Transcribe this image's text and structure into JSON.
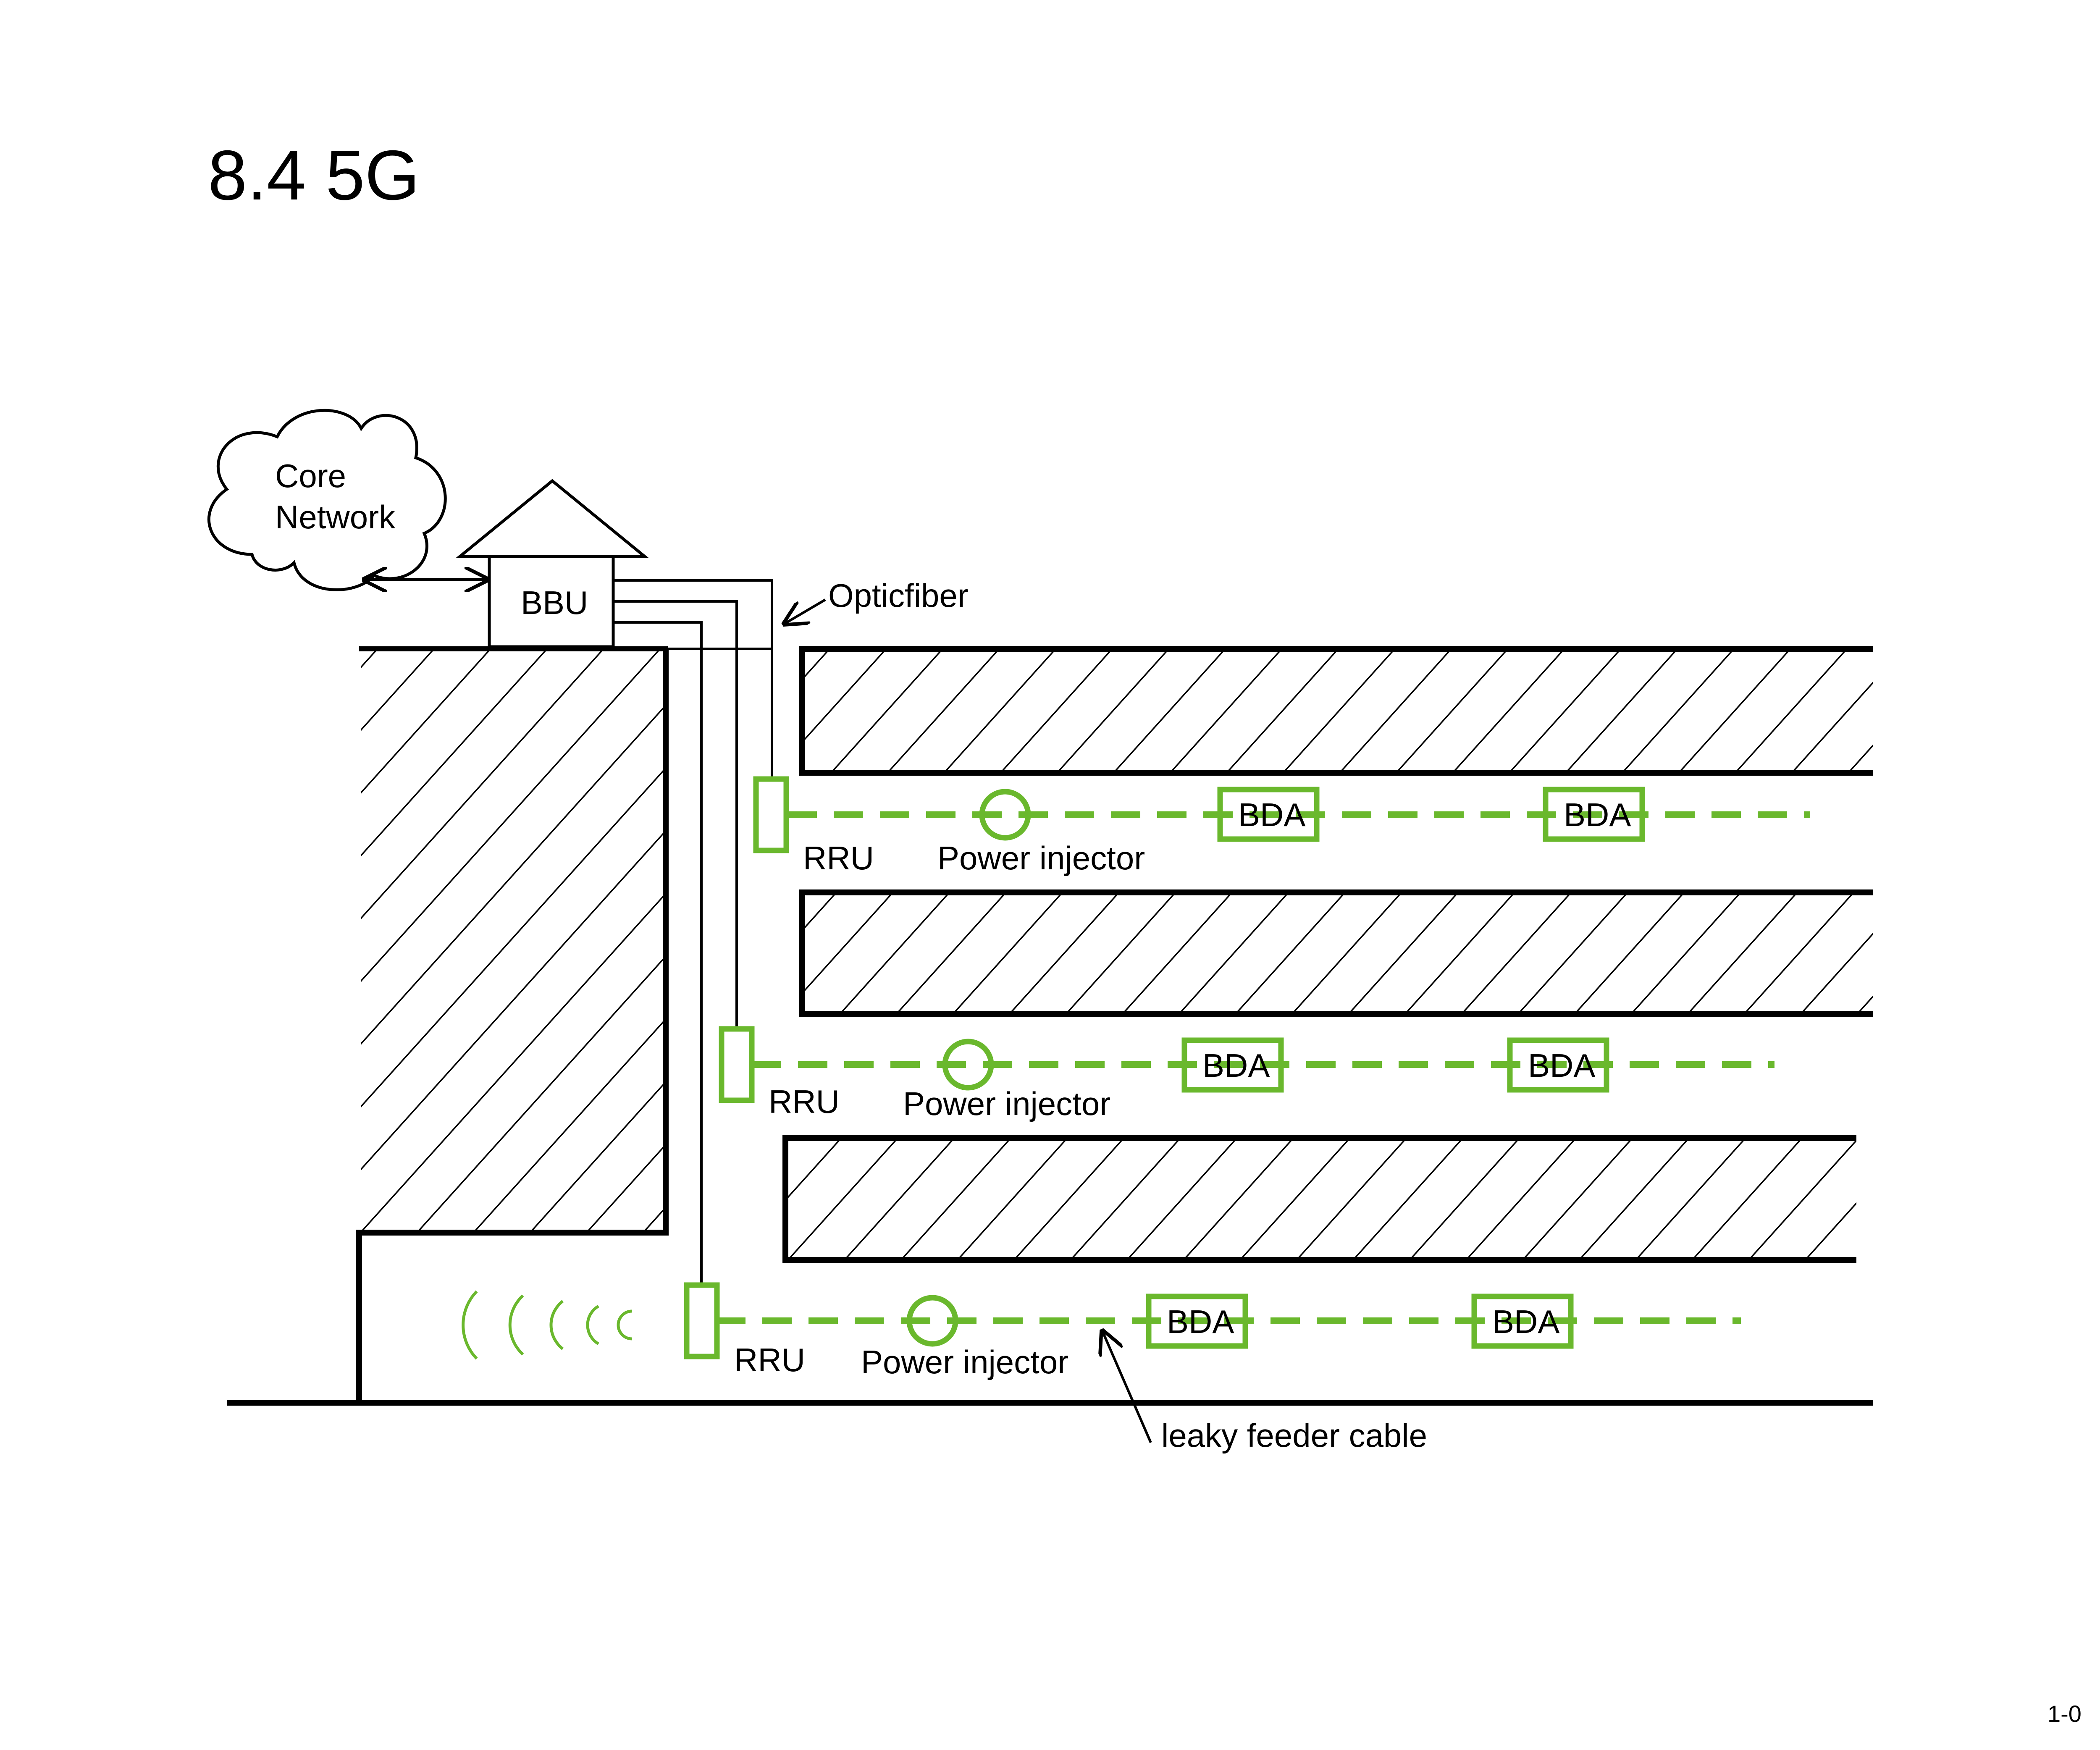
{
  "title": "8.4 5G",
  "page_number": "1-0",
  "core_network": {
    "line1": "Core",
    "line2": "Network"
  },
  "bbu_label": "BBU",
  "opticfiber_label": "Opticfiber",
  "leaky_feeder_label": "leaky feeder cable",
  "levels": [
    {
      "rru_label": "RRU",
      "injector_label": "Power injector",
      "bda_labels": [
        "BDA",
        "BDA"
      ]
    },
    {
      "rru_label": "RRU",
      "injector_label": "Power injector",
      "bda_labels": [
        "BDA",
        "BDA"
      ]
    },
    {
      "rru_label": "RRU",
      "injector_label": "Power injector",
      "bda_labels": [
        "BDA",
        "BDA"
      ]
    }
  ],
  "colors": {
    "line": "#000000",
    "equipment": "#6ab82d",
    "background": "#ffffff"
  }
}
